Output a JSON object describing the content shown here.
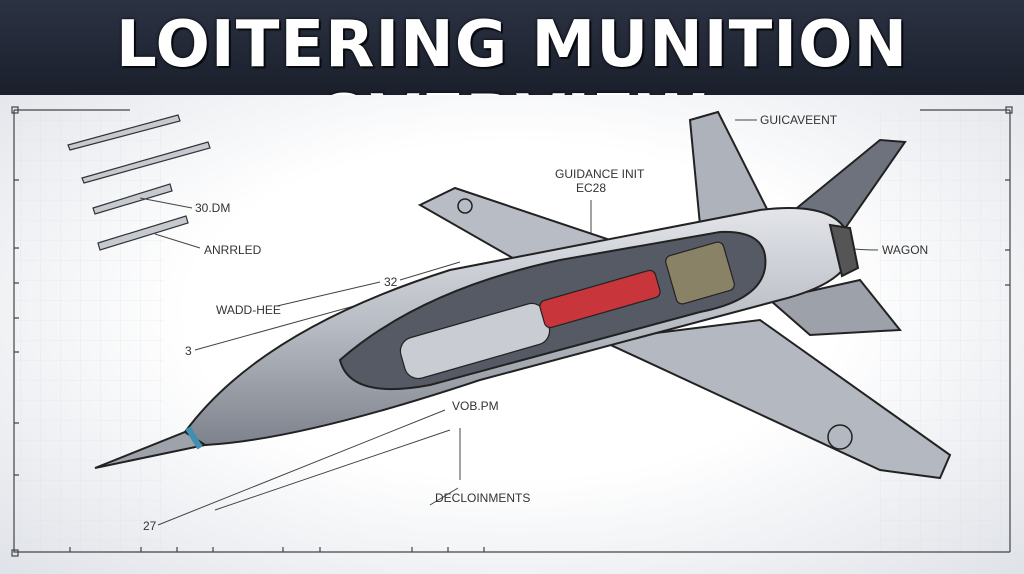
{
  "title": "LOITERING MUNITION OVERVIEW",
  "labels": {
    "tail_fin": "GUICAVEENT",
    "guidance_line1": "GUIDANCE INIT",
    "guidance_line2": "EC28",
    "length": "30.DM",
    "component": "ANRRLED",
    "engine": "WAGON",
    "dim_32": "32",
    "warhead": "WADD-HEE",
    "dim_3": "3",
    "vob": "VOB.PM",
    "deployments": "DECLOINMENTS",
    "dim_27": "27"
  },
  "colors": {
    "banner": "#1f2431",
    "body": "#b9bdc5",
    "accent_red": "#c8353a",
    "nose_ring": "#3f8fb0"
  }
}
